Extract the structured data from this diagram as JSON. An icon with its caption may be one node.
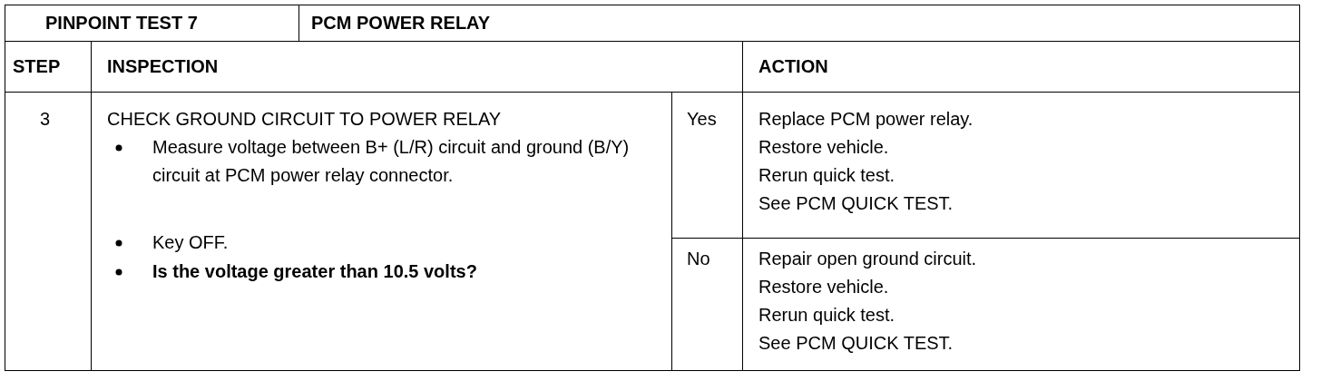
{
  "diagram": {
    "labels": [
      "PINPOINT TEST 7",
      "PCM POWER RELAY",
      "STEP",
      "INSPECTION",
      "ACTION",
      "3",
      "CHECK GROUND CIRCUIT TO POWER RELAY",
      "Measure voltage between B+ (L/R) circuit and ground (B/Y) circuit at PCM power relay connector.",
      "Key OFF.",
      "Is the voltage greater than 10.5 volts?",
      "Yes",
      "Replace PCM power relay.",
      "Restore vehicle.",
      "Rerun quick test.",
      "See PCM QUICK TEST.",
      "No",
      "Repair open ground circuit.",
      "Restore vehicle.",
      "Rerun quick test.",
      "See PCM QUICK TEST."
    ]
  }
}
